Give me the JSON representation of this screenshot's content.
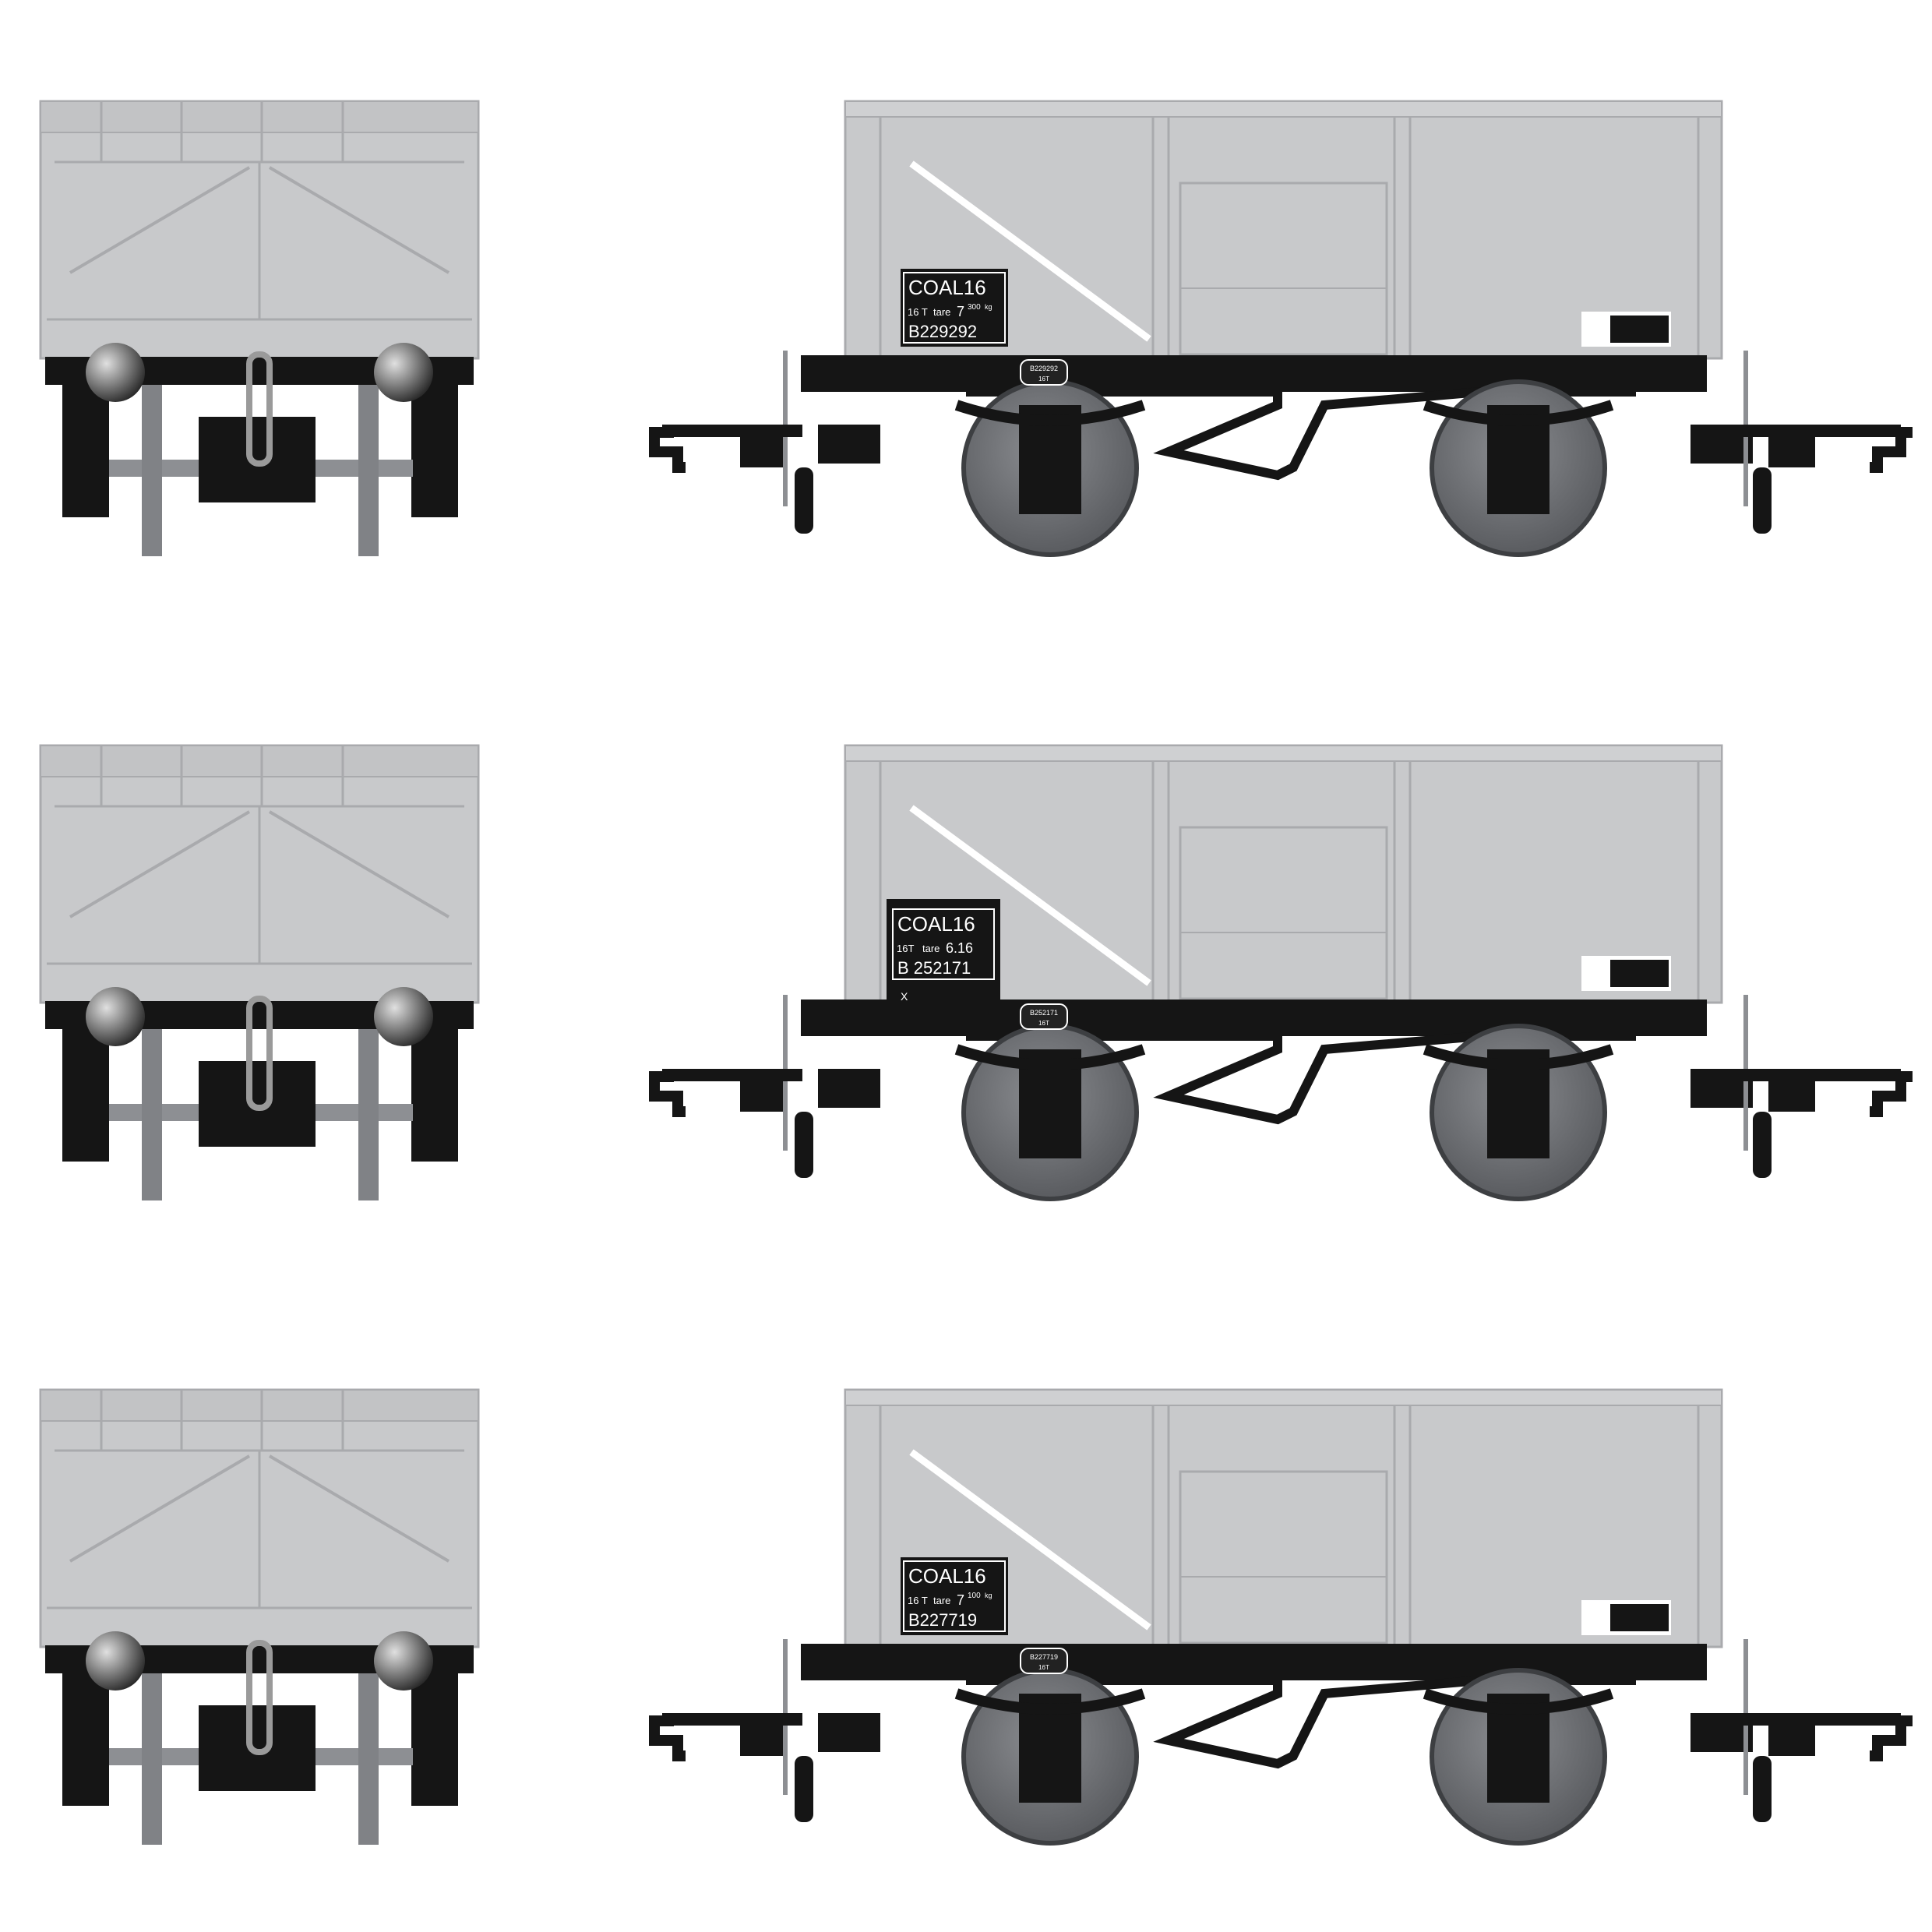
{
  "colors": {
    "body": "#c8c9cb",
    "body_line": "#a9aaad",
    "underframe": "#151515",
    "wheel": "#5a5c60",
    "stripe": "#ffffff"
  },
  "wagons": [
    {
      "class": "COAL16",
      "capacity": "16 T",
      "tare_label": "tare",
      "tare": "7",
      "tare_sup": "300",
      "tare_unit": "kg",
      "number": "B229292",
      "solebar_number": "B229292",
      "solebar_capacity": "16T",
      "panel_style": "small"
    },
    {
      "class": "COAL16",
      "capacity": "16T",
      "tare_label": "tare",
      "tare": "6.16",
      "tare_sup": "",
      "tare_unit": "",
      "number": "B 252171",
      "solebar_number": "B252171",
      "solebar_capacity": "16T",
      "mark": "X",
      "panel_style": "large"
    },
    {
      "class": "COAL16",
      "capacity": "16 T",
      "tare_label": "tare",
      "tare": "7",
      "tare_sup": "100",
      "tare_unit": "kg",
      "number": "B227719",
      "solebar_number": "B227719",
      "solebar_capacity": "16T",
      "panel_style": "small"
    }
  ]
}
